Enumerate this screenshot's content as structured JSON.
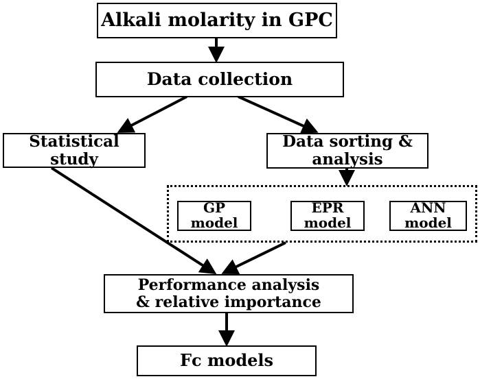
{
  "nodes": {
    "alkali": "Alkali molarity in GPC",
    "data_collection": "Data collection",
    "statistical_line1": "Statistical",
    "statistical_line2": "study",
    "sorting_line1": "Data sorting &",
    "sorting_line2": "analysis",
    "gp_line1": "GP",
    "gp_line2": "model",
    "epr_line1": "EPR",
    "epr_line2": "model",
    "ann_line1": "ANN",
    "ann_line2": "model",
    "performance_line1": "Performance analysis",
    "performance_line2": "& relative importance",
    "fc": "Fc models"
  },
  "colors": {
    "stroke": "#000000",
    "background": "#ffffff"
  }
}
